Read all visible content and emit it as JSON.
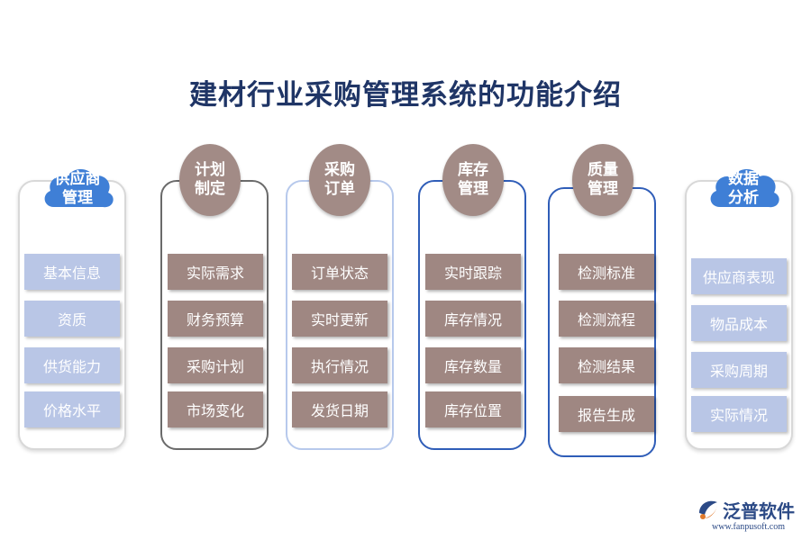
{
  "title": "建材行业采购管理系统的功能介绍",
  "colors": {
    "title": "#1f3566",
    "cloud_badge": "#3f7fd6",
    "oval_badge": "#a28b86",
    "light_item": "#b9c6e6",
    "brown_item": "#9f8782",
    "dark_border": "#2f5db8"
  },
  "columns": [
    {
      "header": [
        "供应商",
        "管理"
      ],
      "badge_style": "cloud",
      "items": [
        "基本信息",
        "资质",
        "供货能力",
        "价格水平"
      ]
    },
    {
      "header": [
        "计划",
        "制定"
      ],
      "badge_style": "oval",
      "items": [
        "实际需求",
        "财务预算",
        "采购计划",
        "市场变化"
      ]
    },
    {
      "header": [
        "采购",
        "订单"
      ],
      "badge_style": "oval",
      "items": [
        "订单状态",
        "实时更新",
        "执行情况",
        "发货日期"
      ]
    },
    {
      "header": [
        "库存",
        "管理"
      ],
      "badge_style": "oval",
      "items": [
        "实时跟踪",
        "库存情况",
        "库存数量",
        "库存位置"
      ]
    },
    {
      "header": [
        "质量",
        "管理"
      ],
      "badge_style": "oval",
      "items": [
        "检测标准",
        "检测流程",
        "检测结果",
        "报告生成"
      ]
    },
    {
      "header": [
        "数据",
        "分析"
      ],
      "badge_style": "cloud",
      "items": [
        "供应商表现",
        "物品成本",
        "采购周期",
        "实际情况"
      ]
    }
  ],
  "logo": {
    "name": "泛普软件",
    "url": "www.fanpusoft.com",
    "icon": "fanpu-logo-icon"
  }
}
